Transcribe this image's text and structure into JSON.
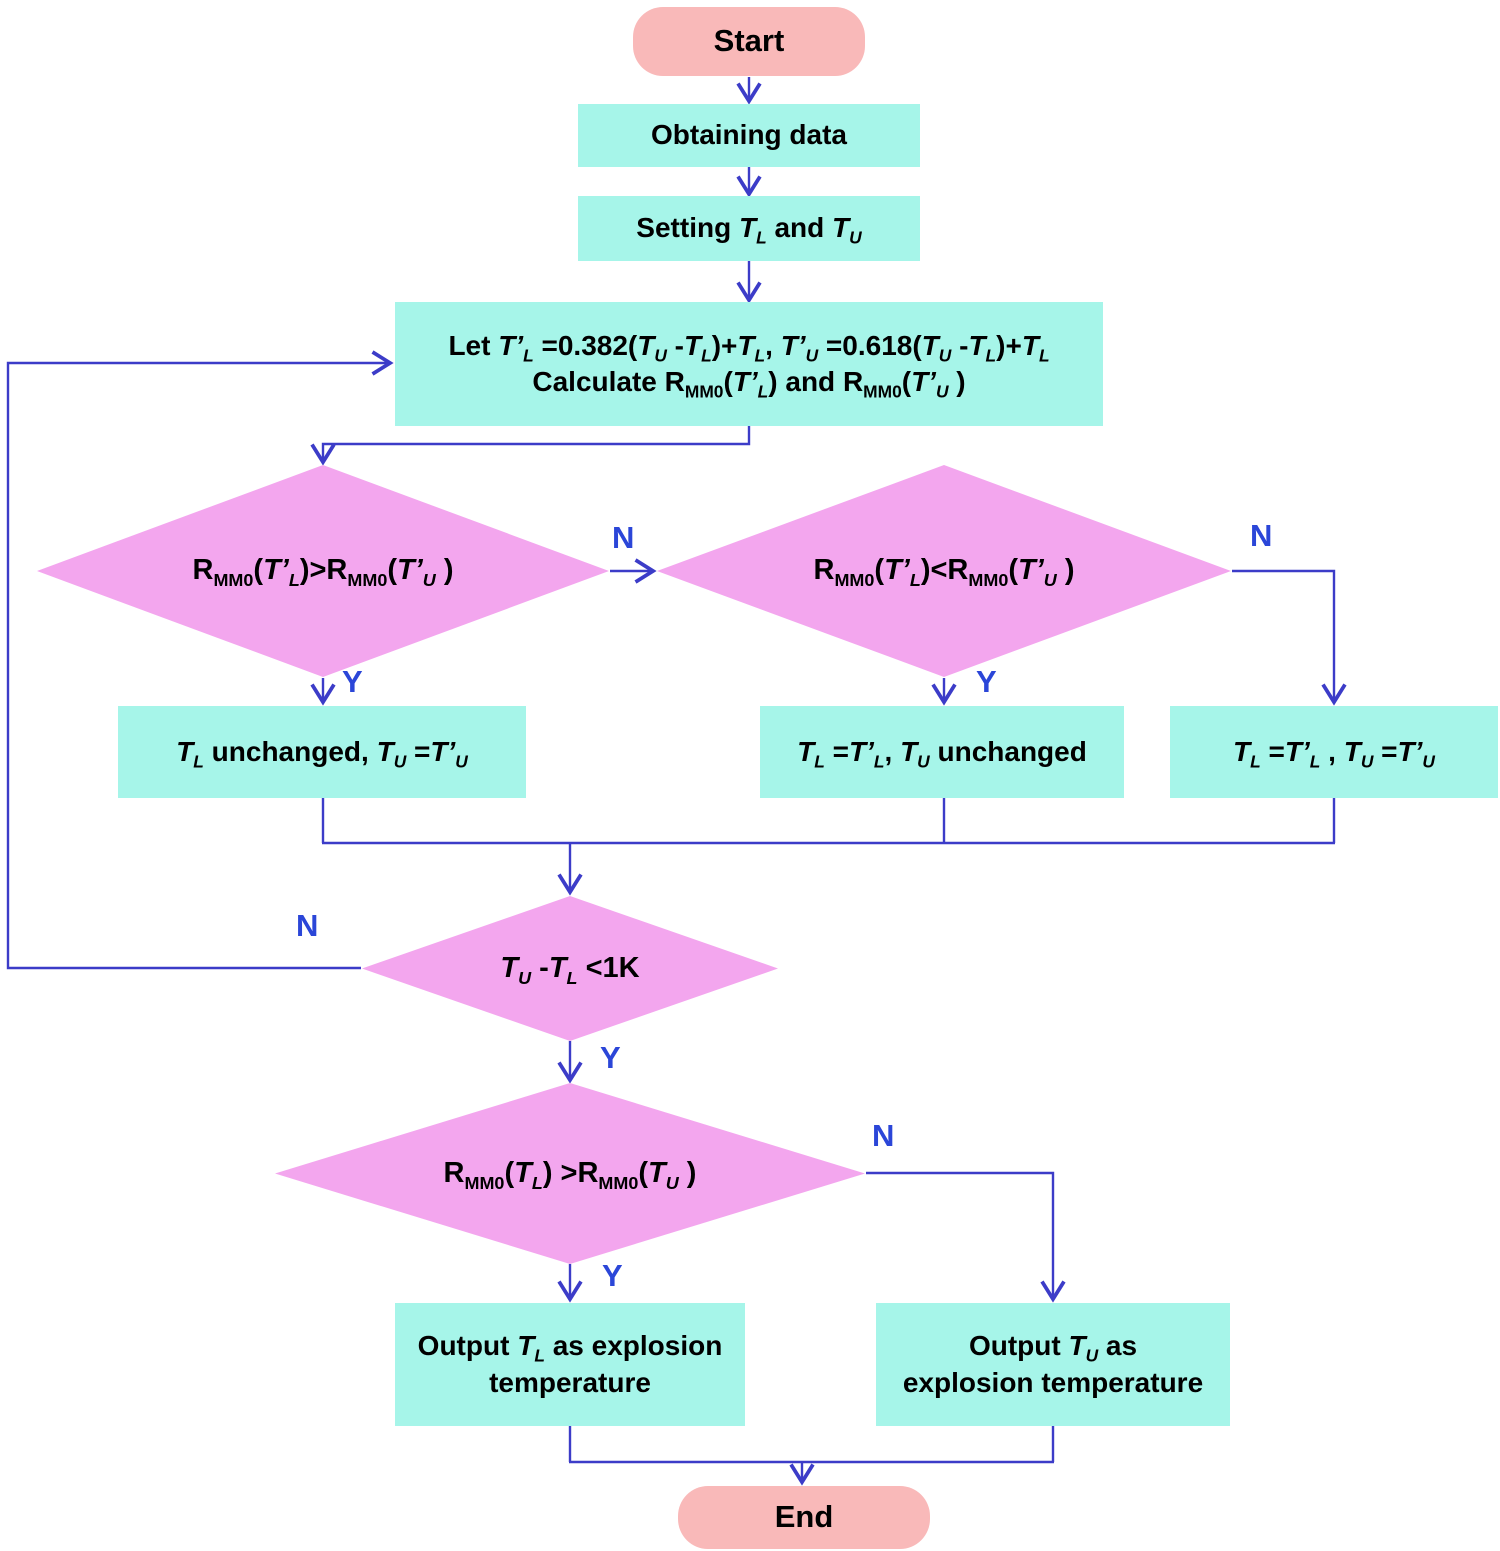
{
  "figure": {
    "type": "flowchart",
    "description": "Golden-section search flowchart for explosion temperature calculation"
  },
  "palette": {
    "terminal": "#f9b9b9",
    "process": "#a6f5e9",
    "decision": "#f3a6ee",
    "line": "#3c3cc8",
    "label": "#2b46d8",
    "background": "#ffffff",
    "text": "#000000"
  },
  "branch_labels": {
    "yes": "Y",
    "no": "N"
  },
  "nodes": {
    "start": {
      "label": "Start"
    },
    "obtaining_data": {
      "label": "Obtaining data"
    },
    "setting_bounds": {
      "label": "Setting *T_{L}* and *T_{U}*"
    },
    "golden_section": {
      "lines": [
        "Let *T’_{L}* =0.382(*T_{U}* -*T_{L}*)+*T_{L}*,  *T’_{U}* =0.618(*T_{U}* -*T_{L}*)+*T_{L}*",
        "Calculate R_{MM0}(*T’_{L}*) and R_{MM0}(*T’_{U}* )"
      ]
    },
    "decision_greater": {
      "label": "R_{MM0}(*T’_{L}*)>R_{MM0}(*T’_{U}* )"
    },
    "decision_less": {
      "label": "R_{MM0}(*T’_{L}*)<R_{MM0}(*T’_{U}* )"
    },
    "update_upper": {
      "label": "*T_{L}* unchanged, *T_{U}* =*T’_{U}*"
    },
    "update_lower": {
      "label": "*T_{L}* =*T’_{L}*, *T_{U}* unchanged"
    },
    "update_both": {
      "label": "*T_{L}* =*T’_{L}* , *T_{U}* =*T’_{U}*"
    },
    "decision_converged": {
      "label": "*T_{U}* -*T_{L}* <1K"
    },
    "decision_final": {
      "label": "R_{MM0}(*T_{L}*) >R_{MM0}(*T_{U}* )"
    },
    "output_lower": {
      "lines": [
        "Output *T_{L}* as explosion",
        "temperature"
      ]
    },
    "output_upper": {
      "lines": [
        "Output *T_{U}* as",
        "explosion temperature"
      ]
    },
    "end": {
      "label": "End"
    }
  }
}
